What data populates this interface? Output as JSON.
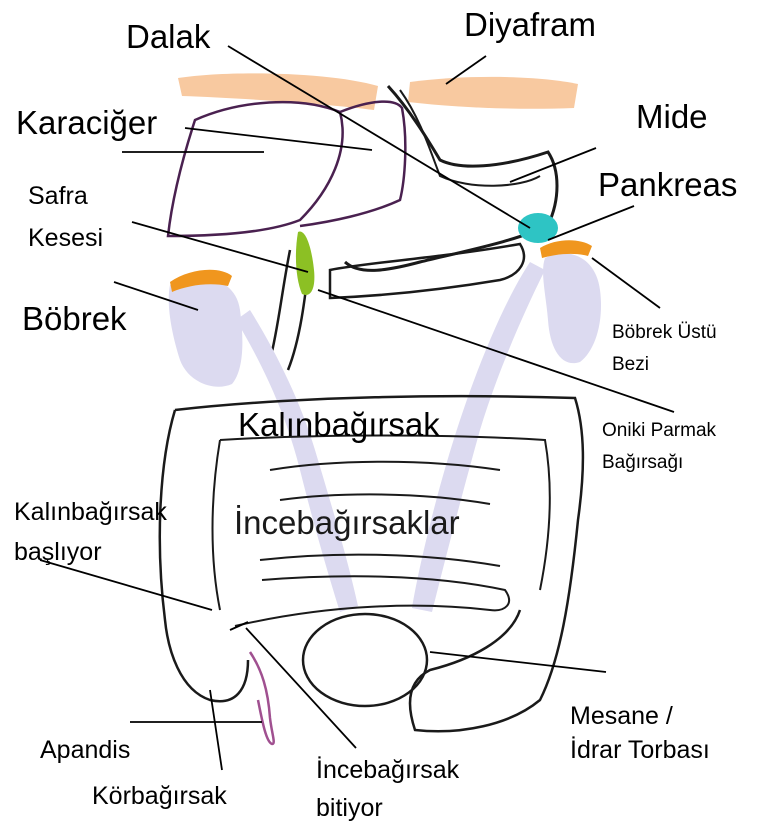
{
  "labels": {
    "diyafram": "Diyafram",
    "dalak": "Dalak",
    "karaciger": "Karaciğer",
    "mide": "Mide",
    "safra_1": "Safra",
    "safra_2": "Kesesi",
    "pankreas": "Pankreas",
    "bobrek": "Böbrek",
    "bobrek_ustu_1": "Böbrek Üstü",
    "bobrek_ustu_2": "Bezi",
    "kalinbagirsak": "Kalınbağırsak",
    "oniki_1": "Oniki Parmak",
    "oniki_2": "Bağırsağı",
    "incebagirsaklar": "İncebağırsaklar",
    "kalin_basliyor_1": "Kalınbağırsak",
    "kalin_basliyor_2": "başlıyor",
    "mesane_1": "Mesane /",
    "mesane_2": "İdrar Torbası",
    "apandis": "Apandis",
    "korbagirsak": "Körbağırsak",
    "ince_bitiyor_1": "İncebağırsak",
    "ince_bitiyor_2": "bitiyor"
  },
  "colors": {
    "diaphragm": "#f8c9a0",
    "organ_outline": "#4a2150",
    "kidney": "#dcdaf0",
    "adrenal": "#f0961e",
    "gallbladder": "#8cc024",
    "spleen": "#2ec4c4",
    "line": "#000000"
  }
}
